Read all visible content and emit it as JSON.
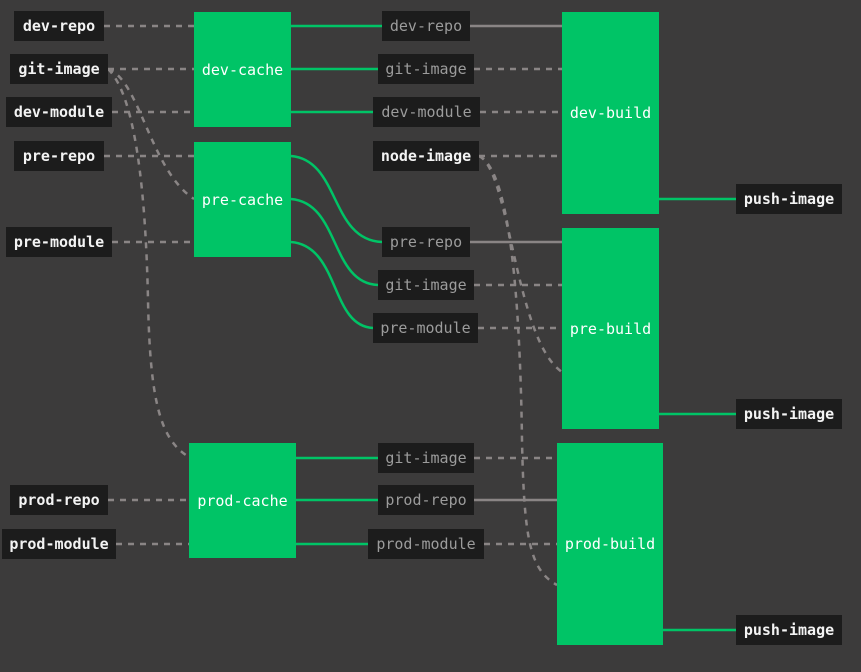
{
  "colors": {
    "background": "#3c3b3b",
    "node": "#00c466",
    "label_bg": "#1c1c1c",
    "solid_edge": "#00c466",
    "passthrough_edge": "#8a8585",
    "dashed_edge": "#8a8585"
  },
  "sources": {
    "dev_repo": "dev-repo",
    "git_image": "git-image",
    "dev_module": "dev-module",
    "pre_repo": "pre-repo",
    "pre_module": "pre-module",
    "prod_repo": "prod-repo",
    "prod_module": "prod-module"
  },
  "caches": {
    "dev_cache": "dev-cache",
    "pre_cache": "pre-cache",
    "prod_cache": "prod-cache"
  },
  "intermediates": {
    "dev_repo": "dev-repo",
    "dev_git_image": "git-image",
    "dev_module": "dev-module",
    "node_image": "node-image",
    "pre_repo": "pre-repo",
    "pre_git_image": "git-image",
    "pre_module": "pre-module",
    "prod_git_image": "git-image",
    "prod_repo": "prod-repo",
    "prod_module": "prod-module"
  },
  "builds": {
    "dev_build": "dev-build",
    "pre_build": "pre-build",
    "prod_build": "prod-build"
  },
  "outputs": {
    "dev_push": "push-image",
    "pre_push": "push-image",
    "prod_push": "push-image"
  }
}
